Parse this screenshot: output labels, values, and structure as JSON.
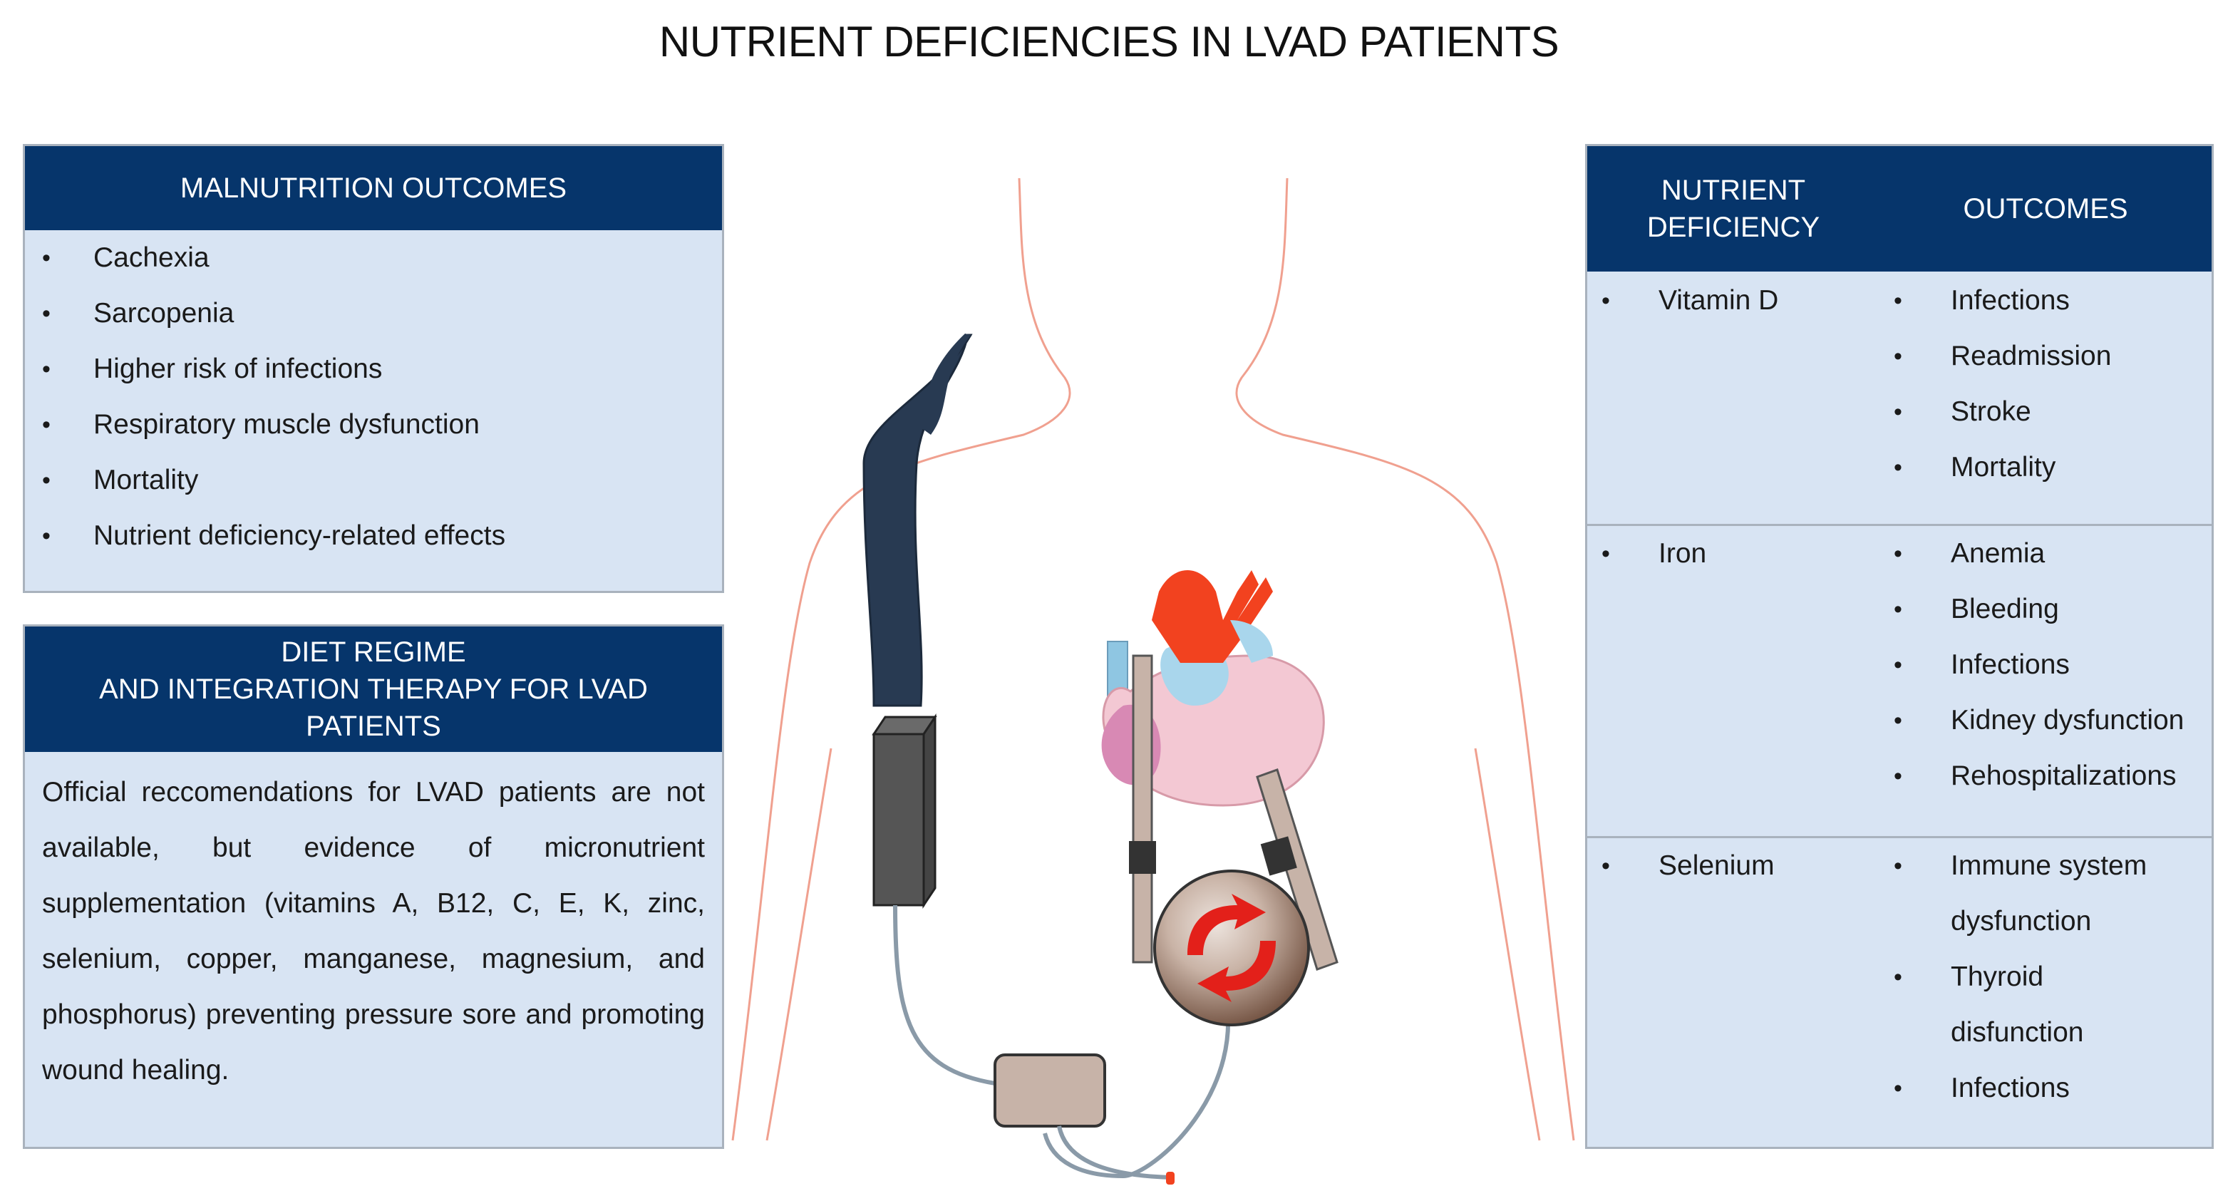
{
  "title": "NUTRIENT DEFICIENCIES IN LVAD PATIENTS",
  "colors": {
    "header_navy": "#06356b",
    "panel_fill": "#d8e4f3",
    "panel_border": "#a9b2bd",
    "body_outline": "#f0a08f",
    "cable_dark": "#283a52",
    "heart_red": "#f2421f",
    "heart_pink": "#f3c8d3",
    "vessel_blue": "#a9d6ec",
    "controller_tan": "#c7b3a8"
  },
  "malnutrition": {
    "header": "MALNUTRITION OUTCOMES",
    "items": [
      "Cachexia",
      "Sarcopenia",
      "Higher risk of infections",
      "Respiratory muscle dysfunction",
      "Mortality",
      "Nutrient deficiency-related effects"
    ]
  },
  "diet": {
    "header_line1": "DIET REGIME",
    "header_line2": "AND INTEGRATION THERAPY FOR LVAD",
    "header_line3": "PATIENTS",
    "body": "Official reccomendations for LVAD patients are not available, but evidence of micronutrient supplementation (vitamins A, B12, C, E, K, zinc, selenium, copper, manganese, magnesium, and phosphorus) preventing pressure sore and promoting wound healing."
  },
  "deficiency_table": {
    "col1_line1": "NUTRIENT",
    "col1_line2": "DEFICIENCY",
    "col2_header": "OUTCOMES",
    "rows": [
      {
        "nutrient": "Vitamin D",
        "outcomes": [
          "Infections",
          "Readmission",
          "Stroke",
          "Mortality"
        ]
      },
      {
        "nutrient": "Iron",
        "outcomes": [
          "Anemia",
          "Bleeding",
          "Infections",
          "Kidney dysfunction",
          "Rehospitalizations"
        ]
      },
      {
        "nutrient": "Selenium",
        "outcomes": [
          "Immune system",
          "dysfunction",
          "Thyroid",
          "disfunction",
          "Infections"
        ]
      }
    ]
  }
}
